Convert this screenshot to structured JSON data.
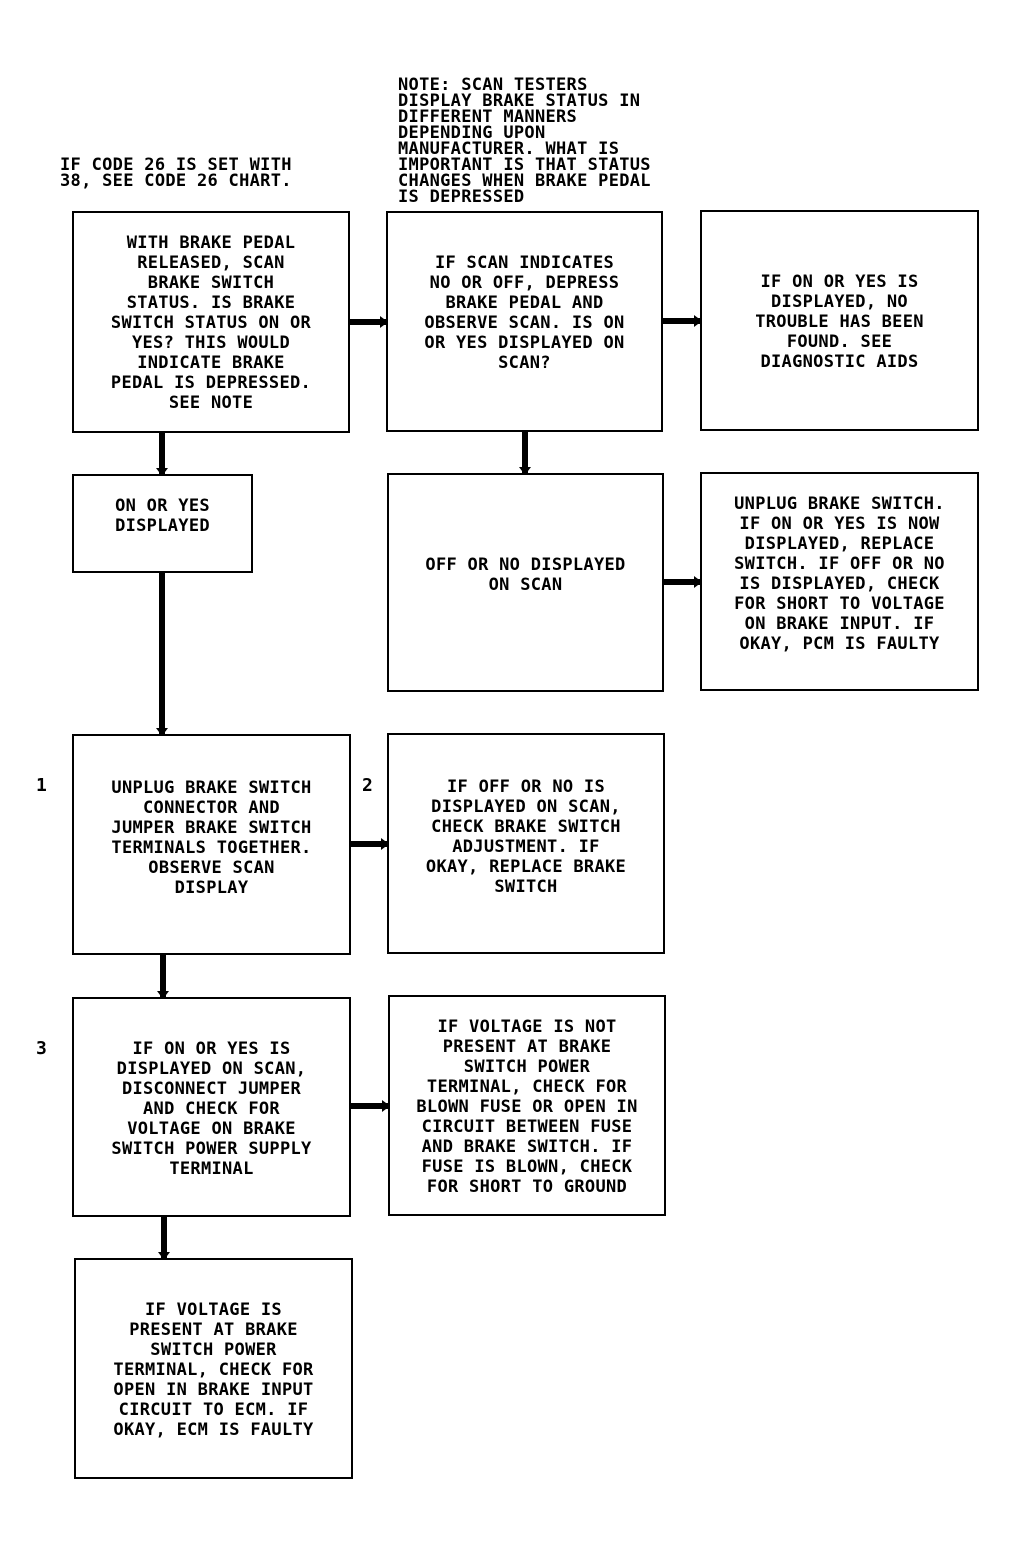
{
  "notes": {
    "code26": "IF CODE 26 IS SET WITH\n38, SEE CODE 26 CHART.",
    "scan_testers": "NOTE: SCAN TESTERS\nDISPLAY BRAKE STATUS IN\nDIFFERENT MANNERS\nDEPENDING UPON\nMANUFACTURER. WHAT IS\nIMPORTANT IS THAT STATUS\nCHANGES WHEN BRAKE PEDAL\nIS DEPRESSED"
  },
  "steps": {
    "one": "1",
    "two": "2",
    "three": "3"
  },
  "boxes": {
    "start": "WITH BRAKE PEDAL\nRELEASED, SCAN\nBRAKE SWITCH\nSTATUS. IS BRAKE\nSWITCH STATUS ON OR\nYES? THIS WOULD\nINDICATE BRAKE\nPEDAL IS DEPRESSED.\nSEE NOTE",
    "scan_no_off": "IF SCAN INDICATES\nNO OR OFF, DEPRESS\nBRAKE PEDAL AND\nOBSERVE SCAN. IS ON\nOR YES DISPLAYED ON\nSCAN?",
    "no_trouble": "IF ON OR YES IS\nDISPLAYED, NO\nTROUBLE HAS BEEN\nFOUND. SEE\nDIAGNOSTIC AIDS",
    "on_yes_displayed": "ON OR YES\nDISPLAYED",
    "off_no_displayed": "OFF OR NO DISPLAYED\nON SCAN",
    "unplug_replace": "UNPLUG BRAKE SWITCH.\nIF ON OR YES IS NOW\nDISPLAYED, REPLACE\nSWITCH. IF OFF OR NO\nIS DISPLAYED, CHECK\nFOR SHORT TO VOLTAGE\nON BRAKE INPUT. IF\nOKAY, PCM IS FAULTY",
    "unplug_jumper": "UNPLUG BRAKE SWITCH\nCONNECTOR AND\nJUMPER BRAKE SWITCH\nTERMINALS TOGETHER.\nOBSERVE SCAN\nDISPLAY",
    "check_adjustment": "IF OFF OR NO IS\nDISPLAYED ON SCAN,\nCHECK BRAKE SWITCH\nADJUSTMENT. IF\nOKAY, REPLACE BRAKE\nSWITCH",
    "disconnect_jumper": "IF ON OR YES IS\nDISPLAYED ON SCAN,\nDISCONNECT JUMPER\nAND CHECK FOR\nVOLTAGE ON BRAKE\nSWITCH POWER SUPPLY\nTERMINAL",
    "voltage_not_present": "IF VOLTAGE IS NOT\nPRESENT AT BRAKE\nSWITCH POWER\nTERMINAL, CHECK FOR\nBLOWN FUSE OR OPEN IN\nCIRCUIT BETWEEN FUSE\nAND BRAKE SWITCH. IF\nFUSE IS BLOWN, CHECK\nFOR SHORT TO GROUND",
    "voltage_present": "IF VOLTAGE IS\nPRESENT AT BRAKE\nSWITCH POWER\nTERMINAL, CHECK FOR\nOPEN IN BRAKE INPUT\nCIRCUIT TO ECM. IF\nOKAY, ECM IS FAULTY"
  }
}
